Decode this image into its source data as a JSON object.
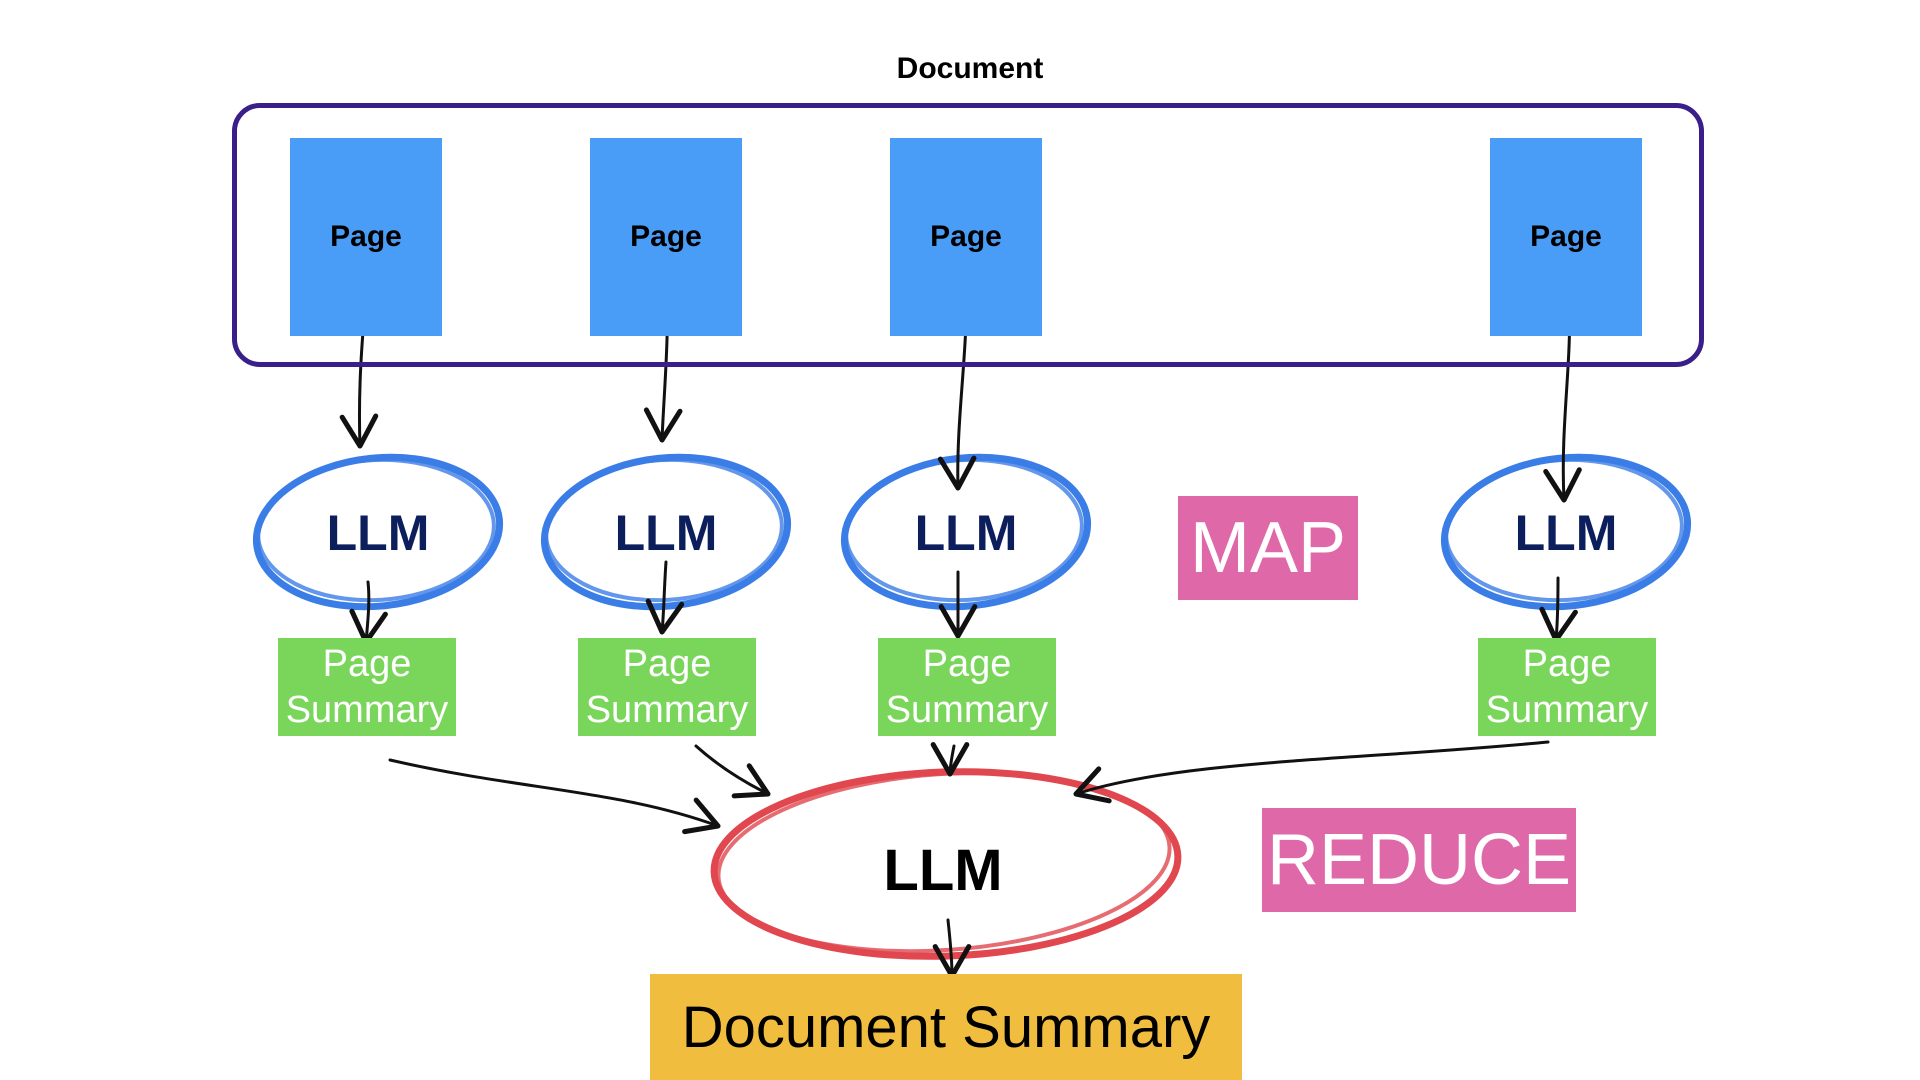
{
  "document": {
    "title": "Document"
  },
  "pages": [
    {
      "label": "Page"
    },
    {
      "label": "Page"
    },
    {
      "label": "Page"
    },
    {
      "label": "Page"
    }
  ],
  "map_llms": [
    {
      "label": "LLM"
    },
    {
      "label": "LLM"
    },
    {
      "label": "LLM"
    },
    {
      "label": "LLM"
    }
  ],
  "page_summaries": [
    {
      "line1": "Page",
      "line2": "Summary"
    },
    {
      "line1": "Page",
      "line2": "Summary"
    },
    {
      "line1": "Page",
      "line2": "Summary"
    },
    {
      "line1": "Page",
      "line2": "Summary"
    }
  ],
  "phases": {
    "map": "MAP",
    "reduce": "REDUCE"
  },
  "reduce_llm": {
    "label": "LLM"
  },
  "output": {
    "label": "Document Summary"
  },
  "colors": {
    "document_frame": "#3a1f8a",
    "page_fill": "#4a9df7",
    "map_llm_stroke": "#3b7de6",
    "llm_text": "#0c1f5c",
    "summary_fill": "#7ad65a",
    "phase_tag_fill": "#de68a8",
    "reduce_llm_stroke": "#e0474f",
    "output_fill": "#f0bd3e",
    "arrow": "#111111"
  }
}
